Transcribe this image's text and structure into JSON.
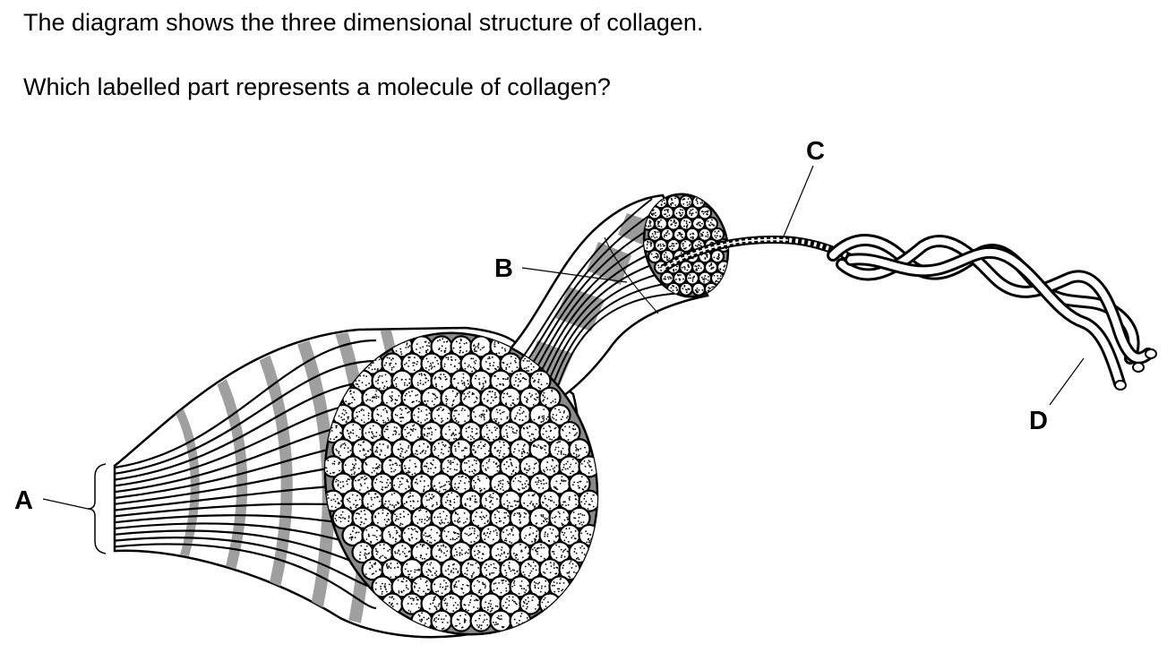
{
  "question": {
    "line1": "The diagram shows the three dimensional structure of collagen.",
    "line2": "Which labelled part represents a molecule of collagen?"
  },
  "diagram": {
    "labels": {
      "a": "A",
      "b": "B",
      "c": "C",
      "d": "D"
    },
    "colors": {
      "ink": "#000000",
      "band_grey": "#9a9a9a",
      "fill_light": "#ffffff"
    }
  }
}
